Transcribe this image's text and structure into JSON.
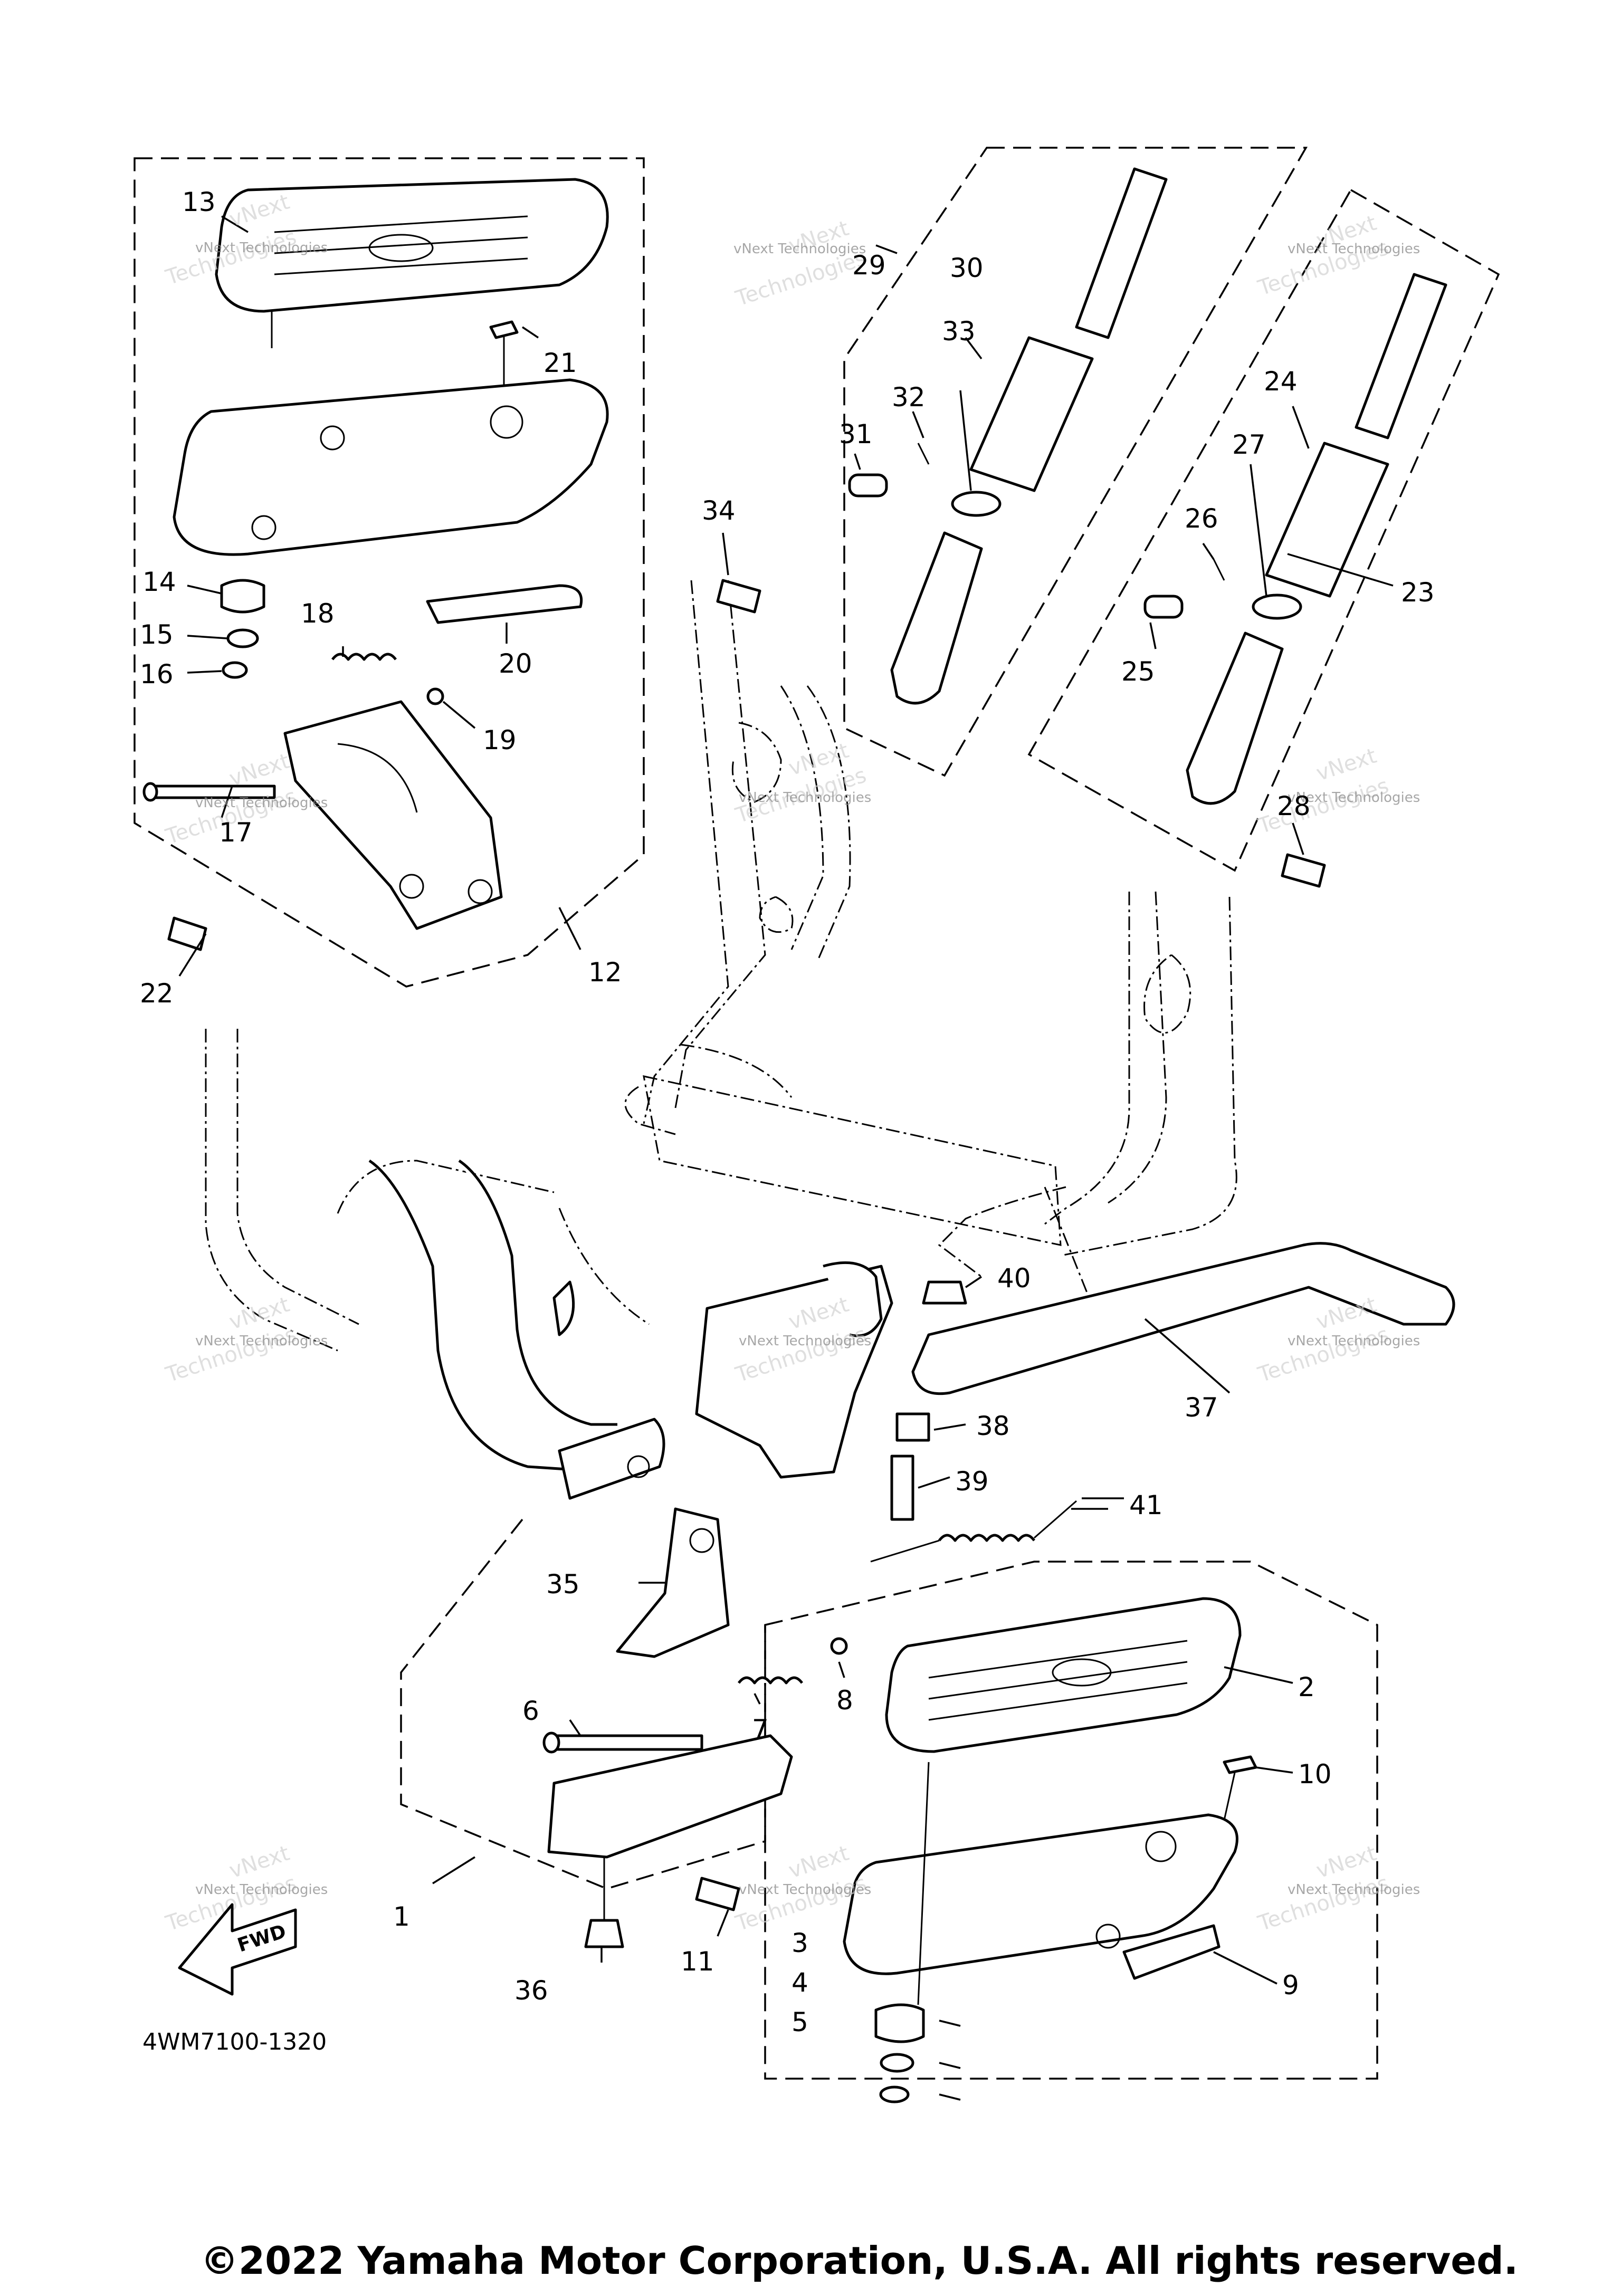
{
  "diagram_code": "4WM7100-1320",
  "copyright": "©2022 Yamaha Motor Corporation, U.S.A. All rights reserved.",
  "fwd_label": "FWD",
  "watermark": {
    "line1": "vNext Technologies",
    "line2": "vNext",
    "line3": "Technologies"
  },
  "callouts": [
    {
      "id": "1",
      "label": "1"
    },
    {
      "id": "2",
      "label": "2"
    },
    {
      "id": "3",
      "label": "3"
    },
    {
      "id": "4",
      "label": "4"
    },
    {
      "id": "5",
      "label": "5"
    },
    {
      "id": "6",
      "label": "6"
    },
    {
      "id": "7",
      "label": "7"
    },
    {
      "id": "8",
      "label": "8"
    },
    {
      "id": "9",
      "label": "9"
    },
    {
      "id": "10",
      "label": "10"
    },
    {
      "id": "11",
      "label": "11"
    },
    {
      "id": "12",
      "label": "12"
    },
    {
      "id": "13",
      "label": "13"
    },
    {
      "id": "14",
      "label": "14"
    },
    {
      "id": "15",
      "label": "15"
    },
    {
      "id": "16",
      "label": "16"
    },
    {
      "id": "17",
      "label": "17"
    },
    {
      "id": "18",
      "label": "18"
    },
    {
      "id": "19",
      "label": "19"
    },
    {
      "id": "20",
      "label": "20"
    },
    {
      "id": "21",
      "label": "21"
    },
    {
      "id": "22",
      "label": "22"
    },
    {
      "id": "23",
      "label": "23"
    },
    {
      "id": "24",
      "label": "24"
    },
    {
      "id": "25",
      "label": "25"
    },
    {
      "id": "26",
      "label": "26"
    },
    {
      "id": "27",
      "label": "27"
    },
    {
      "id": "28",
      "label": "28"
    },
    {
      "id": "29",
      "label": "29"
    },
    {
      "id": "30",
      "label": "30"
    },
    {
      "id": "31",
      "label": "31"
    },
    {
      "id": "32",
      "label": "32"
    },
    {
      "id": "33",
      "label": "33"
    },
    {
      "id": "34",
      "label": "34"
    },
    {
      "id": "35",
      "label": "35"
    },
    {
      "id": "36",
      "label": "36"
    },
    {
      "id": "37",
      "label": "37"
    },
    {
      "id": "38",
      "label": "38"
    },
    {
      "id": "39",
      "label": "39"
    },
    {
      "id": "40",
      "label": "40"
    },
    {
      "id": "41",
      "label": "41"
    }
  ]
}
